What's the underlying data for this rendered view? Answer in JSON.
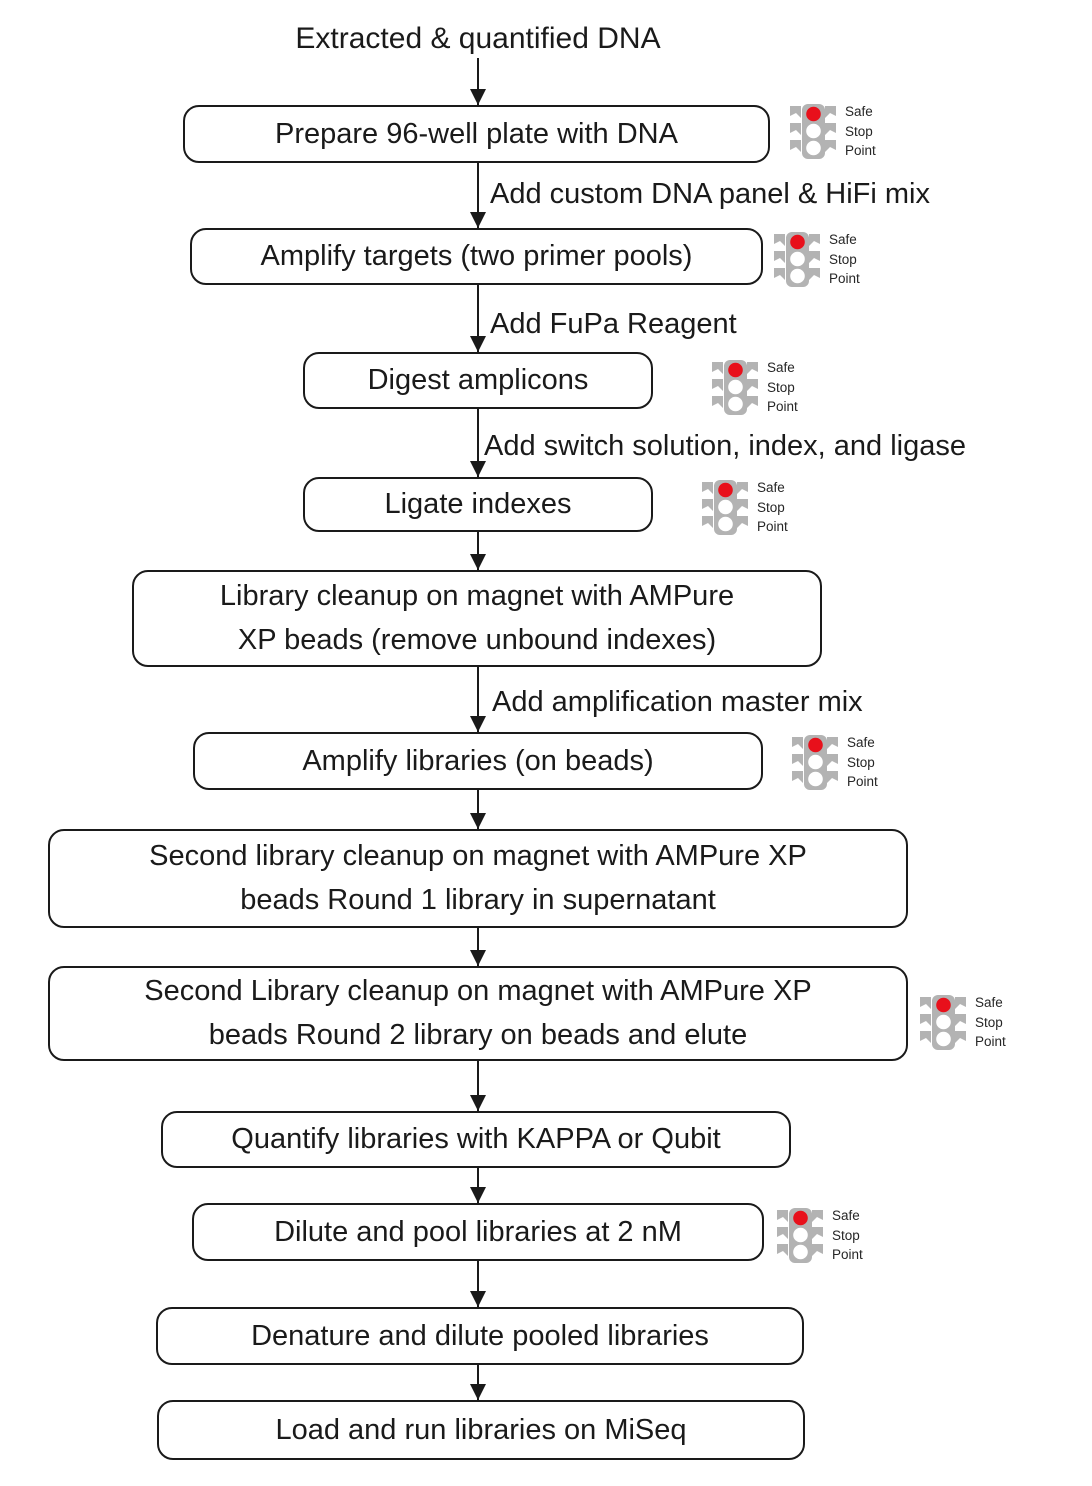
{
  "title": "Extracted & quantified DNA",
  "safe_stop_label": {
    "line1": "Safe",
    "line2": "Stop",
    "line3": "Point"
  },
  "colors": {
    "red_light": "#e8101b",
    "traffic_gray": "#b3b3b3",
    "line": "#1a1a1a"
  },
  "nodes": [
    {
      "lines": [
        "Prepare 96-well plate with DNA"
      ],
      "safe_stop": true
    },
    {
      "lines": [
        "Amplify targets (two primer pools)"
      ],
      "safe_stop": true
    },
    {
      "lines": [
        "Digest amplicons"
      ],
      "safe_stop": true
    },
    {
      "lines": [
        "Ligate indexes"
      ],
      "safe_stop": true
    },
    {
      "lines": [
        "Library cleanup on magnet with AMPure",
        "XP beads (remove unbound indexes)"
      ],
      "safe_stop": false
    },
    {
      "lines": [
        "Amplify libraries (on beads)"
      ],
      "safe_stop": true
    },
    {
      "lines": [
        "Second library cleanup on magnet with AMPure XP",
        "beads Round 1 library in supernatant"
      ],
      "safe_stop": false
    },
    {
      "lines": [
        "Second Library cleanup on magnet with AMPure XP",
        "beads Round 2 library on beads and elute"
      ],
      "safe_stop": true
    },
    {
      "lines": [
        "Quantify libraries with KAPPA or Qubit"
      ],
      "safe_stop": false
    },
    {
      "lines": [
        "Dilute and pool libraries at 2 nM"
      ],
      "safe_stop": true
    },
    {
      "lines": [
        "Denature and dilute pooled libraries"
      ],
      "safe_stop": false
    },
    {
      "lines": [
        "Load and run libraries on MiSeq"
      ],
      "safe_stop": false
    }
  ],
  "edge_labels": [
    "Add custom DNA panel & HiFi mix",
    "Add FuPa Reagent",
    "Add switch solution, index, and ligase",
    "Add amplification master mix"
  ]
}
